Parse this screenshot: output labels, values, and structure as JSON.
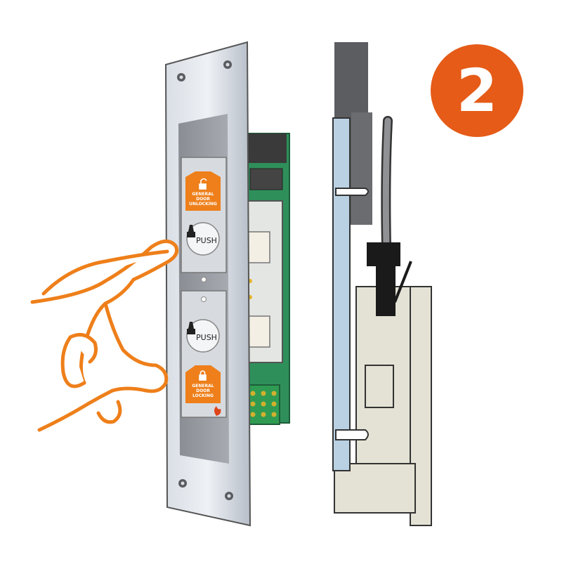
{
  "step": {
    "number": "2"
  },
  "buttons": {
    "unlock": {
      "label_lines": [
        "GENERAL",
        "DOOR",
        "UNLOCKING"
      ],
      "push_text": "PUSH"
    },
    "lock": {
      "label_lines": [
        "GENERAL",
        "DOOR",
        "LOCKING"
      ],
      "push_text": "PUSH"
    }
  },
  "colors": {
    "accent_orange": "#ee7f1a",
    "badge_red": "#e55b17",
    "plate_gray": "#c9cfd7",
    "panel_dark": "#8d9197",
    "pcb_green": "#2f8f5b",
    "wall_gray": "#e3e2d5",
    "frame_dark": "#5a5c60"
  },
  "icons": [
    "hand-pointing-icon",
    "padlock-open-icon",
    "padlock-closed-icon",
    "hand-push-icon",
    "fire-icon"
  ]
}
